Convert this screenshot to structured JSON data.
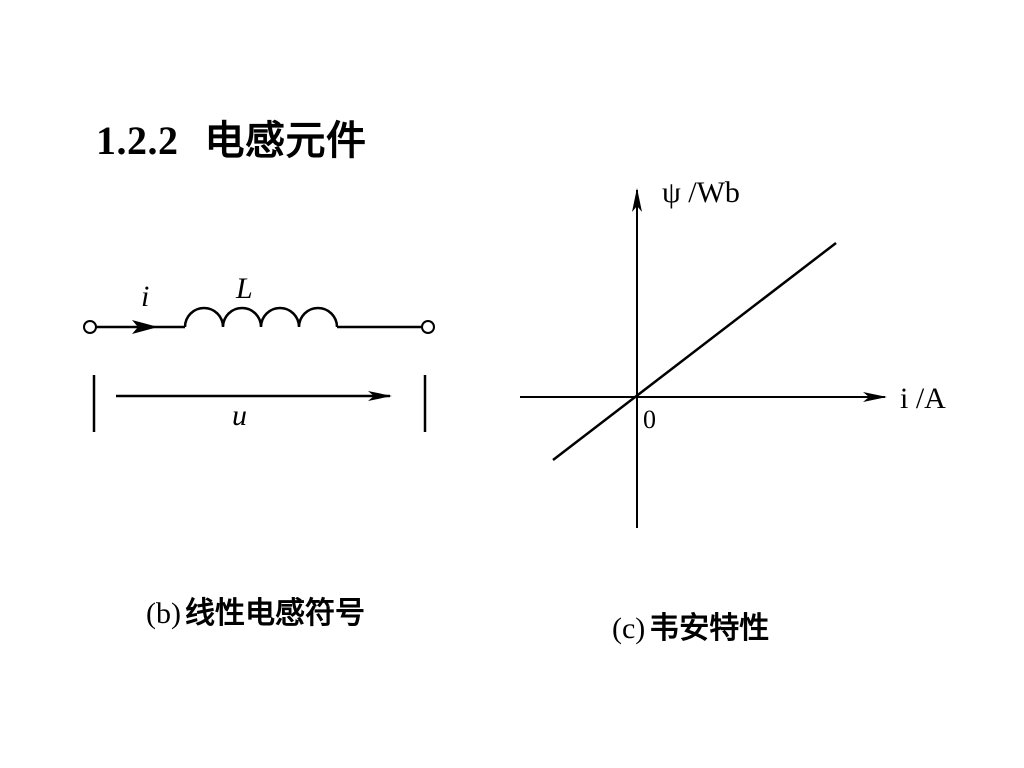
{
  "title": {
    "number": "1.2.2",
    "text": "电感元件"
  },
  "inductor_symbol": {
    "current_label": "i",
    "inductance_label": "L",
    "voltage_label": "u"
  },
  "weber_ampere_chart": {
    "y_axis_label": "ψ /Wb",
    "x_axis_label": "i /A",
    "origin_label": "0"
  },
  "captions": {
    "b": {
      "prefix": "(b)",
      "text": "线性电感符号"
    },
    "c": {
      "prefix": "(c)",
      "text": "韦安特性"
    }
  },
  "colors": {
    "line": "#000000",
    "background": "#ffffff"
  }
}
